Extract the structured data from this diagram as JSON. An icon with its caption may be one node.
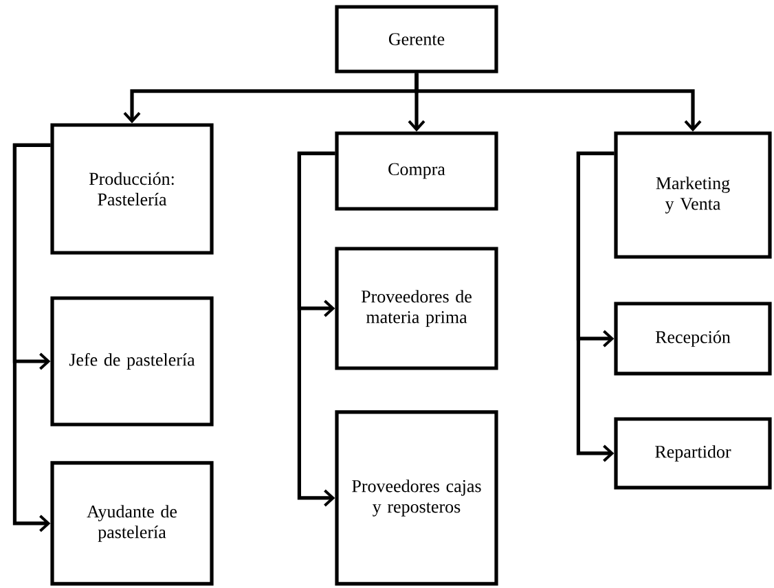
{
  "diagram": {
    "nodes": [
      {
        "text": [
          "Gerente"
        ]
      },
      {
        "text": [
          "Producción: Pastelería"
        ]
      },
      {
        "text": [
          "Jefe de pastelería"
        ]
      },
      {
        "text": [
          "Ayudante de pastelería"
        ]
      },
      {
        "text": [
          "Compra"
        ]
      },
      {
        "text": [
          "Proveedores de materia prima"
        ]
      },
      {
        "text": [
          "Proveedores cajas y reposteros"
        ]
      },
      {
        "text": [
          "Marketing y Venta"
        ]
      },
      {
        "text": [
          "Recepción"
        ]
      },
      {
        "text": [
          "Repartidor"
        ]
      }
    ],
    "edges": [
      {
        "from": 0,
        "to": 1,
        "arrow": "to"
      },
      {
        "from": 0,
        "to": 4,
        "arrow": "to"
      },
      {
        "from": 0,
        "to": 7,
        "arrow": "to"
      },
      {
        "from": 1,
        "to": 2,
        "arrow": "to"
      },
      {
        "from": 1,
        "to": 3,
        "arrow": "to"
      },
      {
        "from": 4,
        "to": 5,
        "arrow": "to"
      },
      {
        "from": 4,
        "to": 6,
        "arrow": "to"
      },
      {
        "from": 7,
        "to": 8,
        "arrow": "to"
      },
      {
        "from": 7,
        "to": 9,
        "arrow": "to"
      }
    ]
  }
}
